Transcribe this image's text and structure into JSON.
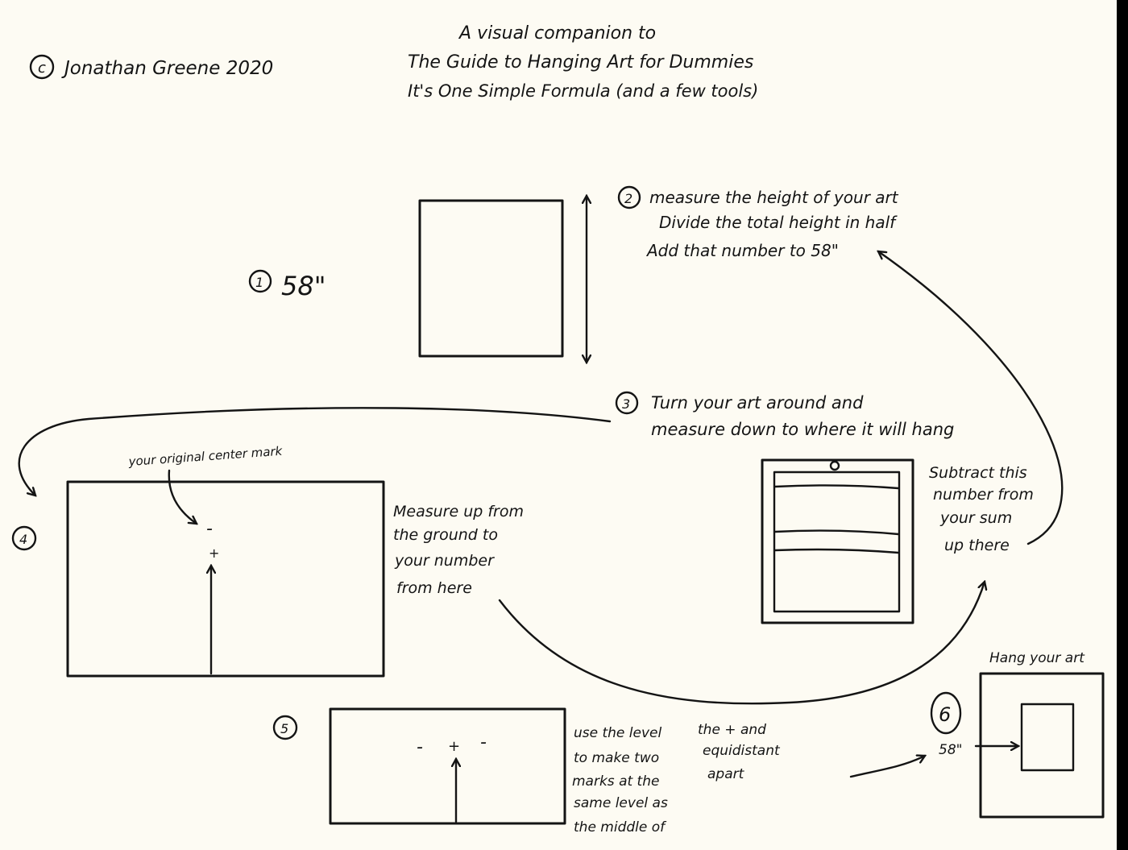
{
  "copyright": "Jonathan Greene 2020",
  "title": {
    "line1": "A visual companion to",
    "line2": "The Guide to Hanging Art for Dummies",
    "line3": "It's One Simple Formula (and a few tools)"
  },
  "step1": {
    "number": "1",
    "label": "58\""
  },
  "step2": {
    "number": "2",
    "line1": "measure the height of your art",
    "line2": "Divide the total height in half",
    "line3": "Add that number to 58\""
  },
  "step3": {
    "number": "3",
    "line1": "Turn your art around and",
    "line2": "measure down to where it will hang"
  },
  "subtract_note": [
    "Subtract this",
    "number from",
    "your sum",
    "up there"
  ],
  "step4": {
    "number": "4",
    "center_mark_label": "your original center mark",
    "minus_mark": "-",
    "plus_mark": "+",
    "note": [
      "Measure up from",
      "the ground to",
      "your number",
      "from here"
    ]
  },
  "step5": {
    "number": "5",
    "marks": [
      "-",
      "+",
      "-"
    ],
    "note_left": [
      "use the level",
      "to make two",
      "marks at the",
      "same level as",
      "the middle of"
    ],
    "note_right": [
      "the + and",
      "equidistant",
      "apart"
    ]
  },
  "step6": {
    "number": "6",
    "caption": "Hang your art",
    "label": "58\""
  }
}
